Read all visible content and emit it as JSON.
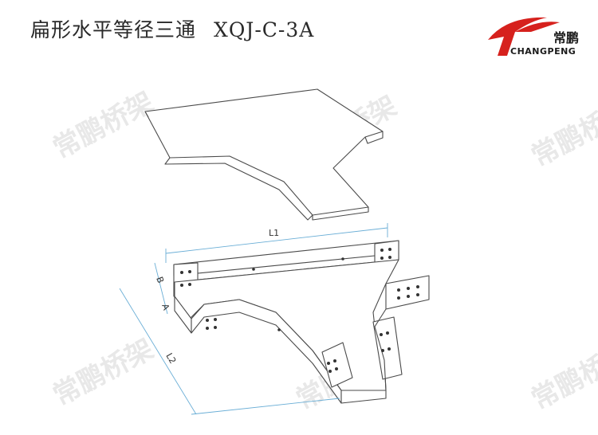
{
  "title": {
    "name": "扁形水平等径三通",
    "code": "XQJ-C-3A"
  },
  "logo": {
    "brand_cn": "常鹏",
    "brand_en": "CHANGPENG",
    "icon": "changpeng-logo-icon",
    "colors": {
      "red": "#d6211d",
      "dark": "#1b1b1b"
    }
  },
  "watermark": {
    "text": "常鹏桥架"
  },
  "dimensions": {
    "l1": "L1",
    "l2": "L2",
    "a": "A",
    "b": "B"
  },
  "colors": {
    "line": "#4a4a4a",
    "dim_line": "#6aaed6",
    "fill": "#ffffff"
  }
}
